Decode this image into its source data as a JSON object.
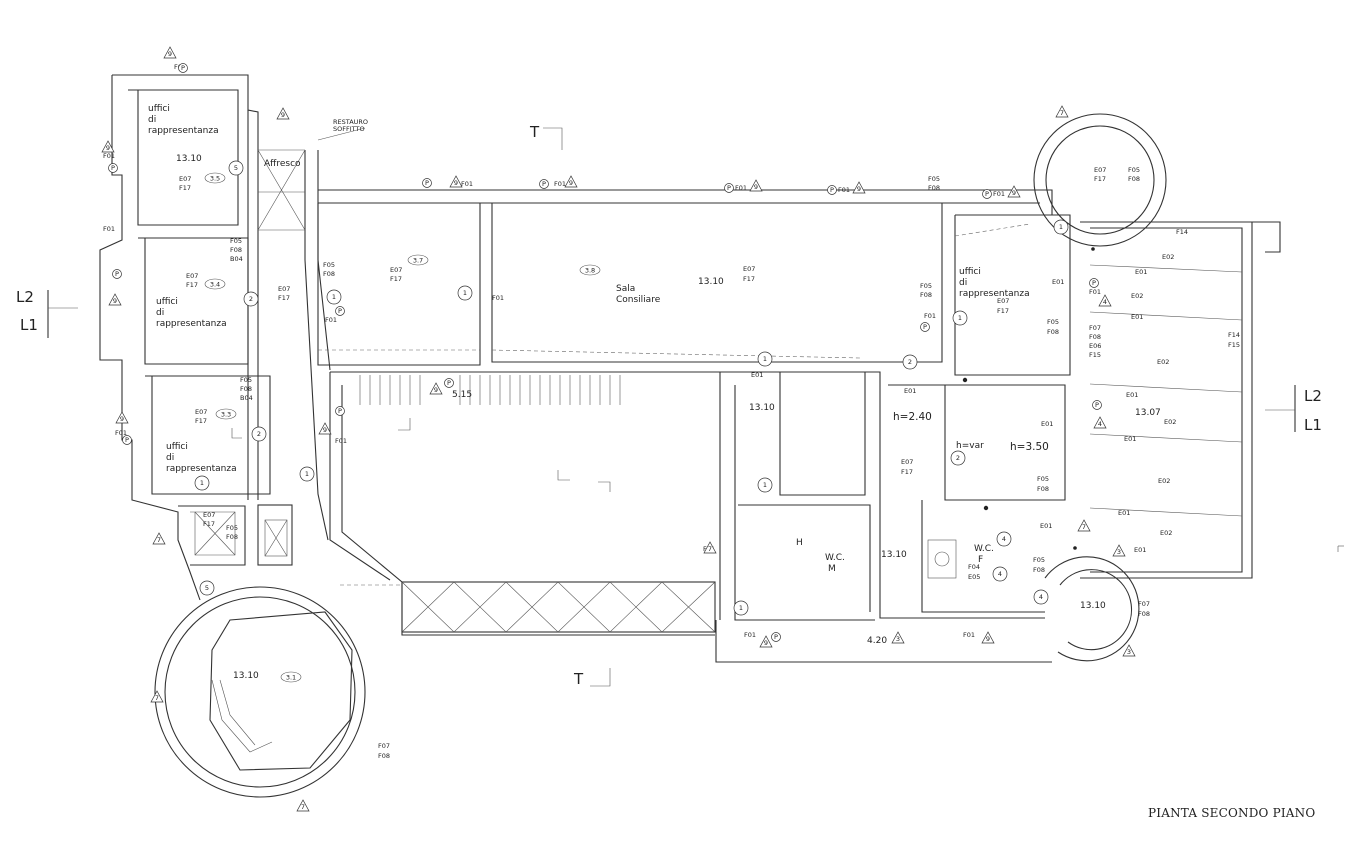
{
  "title": "PIANTA SECONDO PIANO",
  "sections": {
    "l2": "L2",
    "l1": "L1",
    "t": "T"
  },
  "rooms": {
    "uffici": [
      "uffici",
      "di",
      "rappresentanza"
    ],
    "sala": [
      "Sala",
      "Consiliare"
    ],
    "affresco": "Affresco",
    "restauro": [
      "RESTAURO",
      "SOFFITTO"
    ],
    "wc_m": [
      "W.C.",
      "M"
    ],
    "wc_f": [
      "W.C.",
      "F"
    ],
    "h_label": "H",
    "heights": {
      "h240": "h=2.40",
      "hvar": "h=var",
      "h350": "h=3.50"
    }
  },
  "tags": {
    "t35": "3.5",
    "t34": "3.4",
    "t33": "3.3",
    "t37": "3.7",
    "t38": "3.8",
    "t31": "3.1"
  },
  "levels": {
    "l1310": "13.10",
    "l1307": "13.07",
    "l515": "5.15",
    "l420": "4.20"
  },
  "codes": {
    "F01": "F01",
    "E07": "E07",
    "F17": "F17",
    "F05": "F05",
    "F08": "F08",
    "B04": "B04",
    "E01": "E01",
    "E02": "E02",
    "F14": "F14",
    "F07": "F07",
    "E06": "E06",
    "F15": "F15",
    "F04": "F04",
    "E05": "E05"
  },
  "markers": {
    "n1": "1",
    "n2": "2",
    "n3": "3",
    "n4": "4",
    "n5": "5",
    "n7": "7",
    "n9": "9",
    "p": "P"
  }
}
